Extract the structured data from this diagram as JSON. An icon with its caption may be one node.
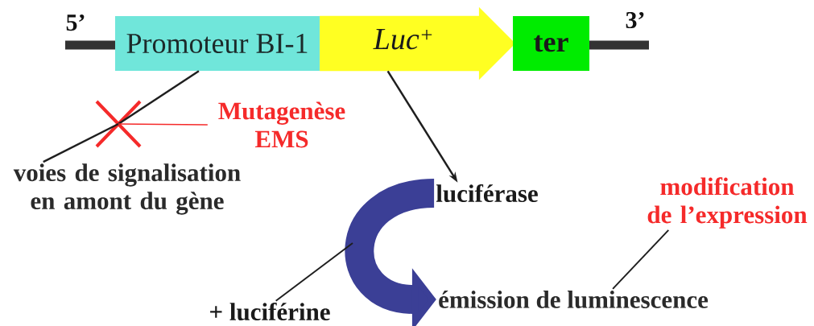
{
  "diagram": {
    "nodes": [
      {
        "text": [
          "Promoteur BI-1"
        ]
      },
      {
        "text": [
          "Luc$^{+}$"
        ]
      },
      {
        "text": [
          "ter"
        ]
      },
      {
        "text": [],
        "shape": "cross"
      },
      {
        "text": [
          "Mutagenèse EMS"
        ]
      },
      {
        "text": [
          "voies de signalisation en amont du gène"
        ]
      },
      {
        "text": [
          "luciférase"
        ]
      },
      {
        "text": [
          "modification de l’expression"
        ]
      },
      {
        "text": [
          "émission de luminescence"
        ]
      },
      {
        "text": [
          "+ luciférine"
        ]
      }
    ],
    "edges": [
      {
        "from": 5,
        "to": 3,
        "arrow": "none"
      },
      {
        "from": 3,
        "to": 0,
        "arrow": "none"
      },
      {
        "from": 4,
        "to": 3,
        "arrow": "none",
        "color": "#f52a2a"
      },
      {
        "from": 1,
        "to": 6,
        "arrow": "to"
      },
      {
        "from": 6,
        "to": 8,
        "arrow": "to",
        "style": "thick",
        "color": "#3b3f96"
      },
      {
        "from": 9,
        "to": null,
        "arrow": "none"
      },
      {
        "from": 7,
        "to": 8,
        "arrow": "none"
      }
    ],
    "labels": [
      "5’",
      "3’"
    ]
  }
}
